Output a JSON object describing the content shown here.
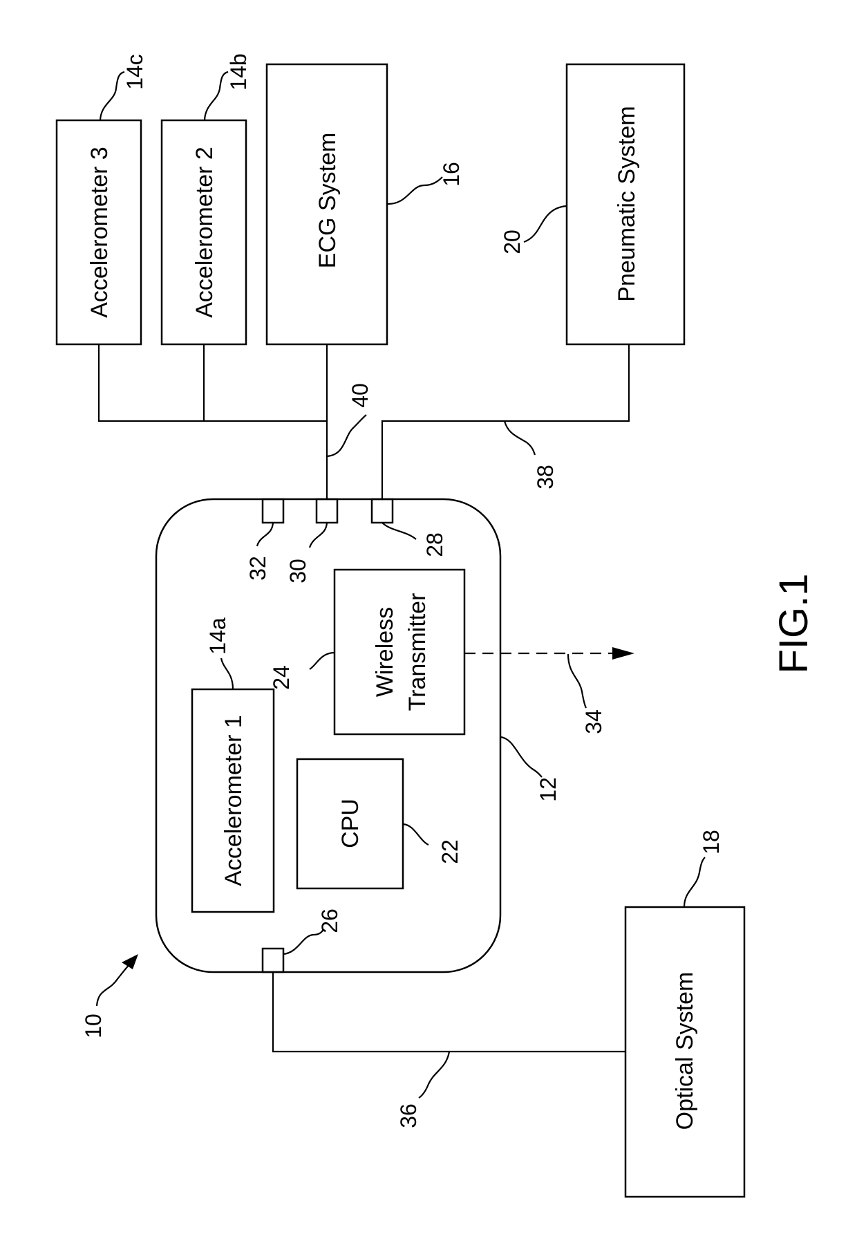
{
  "blocks": {
    "accelerometer_3": "Accelerometer  3",
    "accelerometer_2": "Accelerometer  2",
    "ecg_system": "ECG  System",
    "pneumatic_system": "Pneumatic  System",
    "accelerometer_1": "Accelerometer  1",
    "cpu": "CPU",
    "wireless": "Wireless",
    "transmitter": "Transmitter",
    "optical_system": "Optical  System"
  },
  "refs": {
    "r10": "10",
    "r12": "12",
    "r14a": "14a",
    "r14b": "14b",
    "r14c": "14c",
    "r16": "16",
    "r18": "18",
    "r20": "20",
    "r22": "22",
    "r24": "24",
    "r26": "26",
    "r28": "28",
    "r30": "30",
    "r32": "32",
    "r34": "34",
    "r36": "36",
    "r38": "38",
    "r40": "40"
  },
  "figure_label": "FIG.1"
}
